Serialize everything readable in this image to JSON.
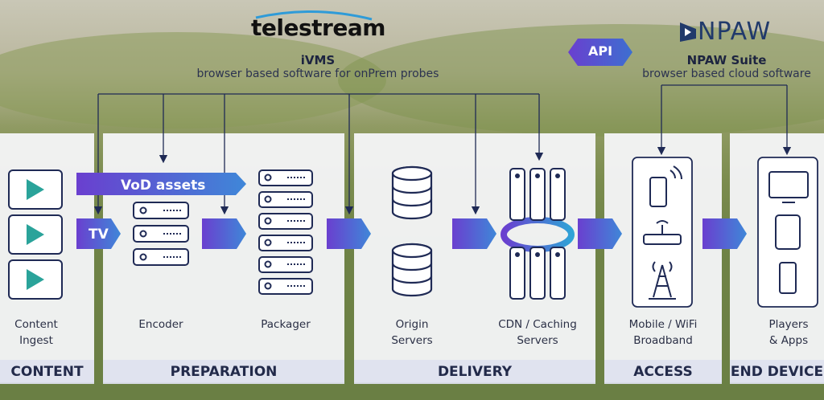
{
  "telestream": {
    "logo": "telestream",
    "product": "iVMS",
    "desc": "browser based software for onPrem probes"
  },
  "npaw": {
    "logo": "NPAW",
    "product": "NPAW Suite",
    "desc": "browser based cloud software",
    "api": "API"
  },
  "arrows": {
    "vod": "VoD assets",
    "tv": "TV"
  },
  "captions": {
    "ingest": [
      "Content",
      "Ingest"
    ],
    "encoder": "Encoder",
    "packager": "Packager",
    "origin": [
      "Origin",
      "Servers"
    ],
    "cdn": [
      "CDN / Caching",
      "Servers"
    ],
    "mobile": [
      "Mobile / WiFi",
      "Broadband"
    ],
    "players": [
      "Players",
      "& Apps"
    ]
  },
  "sections": {
    "content": "CONTENT",
    "preparation": "PREPARATION",
    "delivery": "DELIVERY",
    "access": "ACCESS",
    "end_device": "END DEVICE"
  },
  "colors": {
    "navy": "#1f2a55",
    "purple": "#6a3fcf",
    "blue": "#3d7fd6",
    "teal": "#2aa39a"
  }
}
